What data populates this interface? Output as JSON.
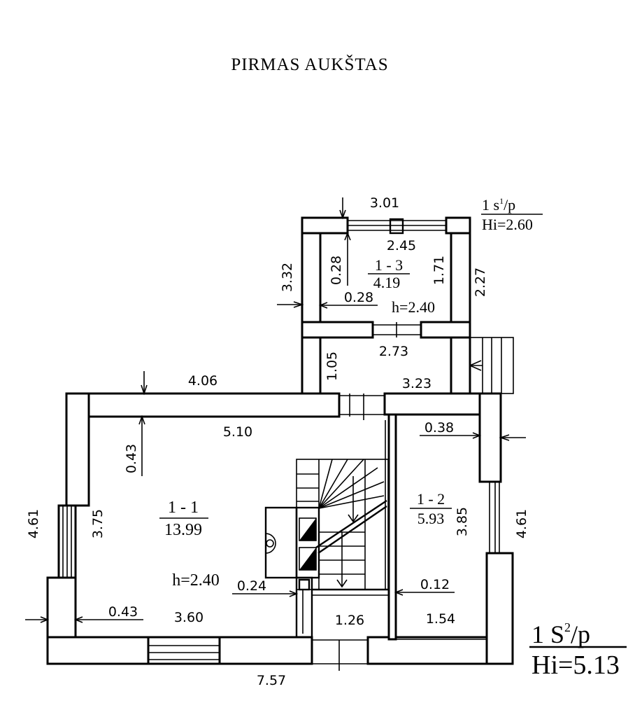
{
  "title": "PIRMAS AUKŠTAS",
  "rooms": {
    "r11": {
      "id": "1 - 1",
      "area": "13.99",
      "height": "h=2.40"
    },
    "r12": {
      "id": "1 - 2",
      "area": "5.93"
    },
    "r13": {
      "id": "1 - 3",
      "area": "4.19",
      "height": "h=2.40"
    }
  },
  "labels": {
    "small_unit": "1 s",
    "small_sup": "1",
    "small_suffix": "/p",
    "small_hi": "Hi=2.60",
    "big_unit": "1 S",
    "big_sup": "2",
    "big_suffix": "/p",
    "big_hi": "Hi=5.13"
  },
  "dimensions": {
    "d_301": "3.01",
    "d_245": "2.45",
    "d_332": "3.32",
    "d_028a": "0.28",
    "d_171": "1.71",
    "d_227": "2.27",
    "d_028b": "0.28",
    "d_273": "2.73",
    "d_105": "1.05",
    "d_323": "3.23",
    "d_406": "4.06",
    "d_510": "5.10",
    "d_043a": "0.43",
    "d_038": "0.38",
    "d_461a": "4.61",
    "d_375": "3.75",
    "d_385": "3.85",
    "d_461b": "4.61",
    "d_024": "0.24",
    "d_012": "0.12",
    "d_043b": "0.43",
    "d_360": "3.60",
    "d_126": "1.26",
    "d_154": "1.54",
    "d_757": "7.57"
  }
}
